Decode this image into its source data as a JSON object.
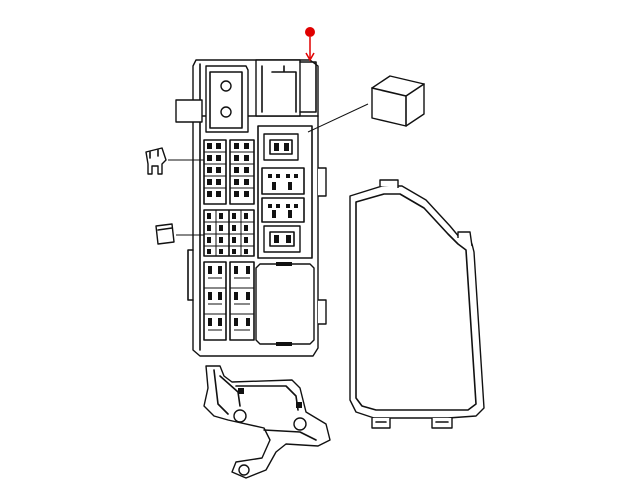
{
  "diagram": {
    "background": "#ffffff",
    "line_color": "#111111",
    "marker_color": "#e00000",
    "parts": [
      {
        "name": "fuse-relay-box"
      },
      {
        "name": "relay"
      },
      {
        "name": "mini-fuse"
      },
      {
        "name": "blade-fuse"
      },
      {
        "name": "box-cover"
      },
      {
        "name": "mounting-bracket"
      }
    ],
    "marker": {
      "icon": "red-dot-pointer-arrow"
    }
  }
}
